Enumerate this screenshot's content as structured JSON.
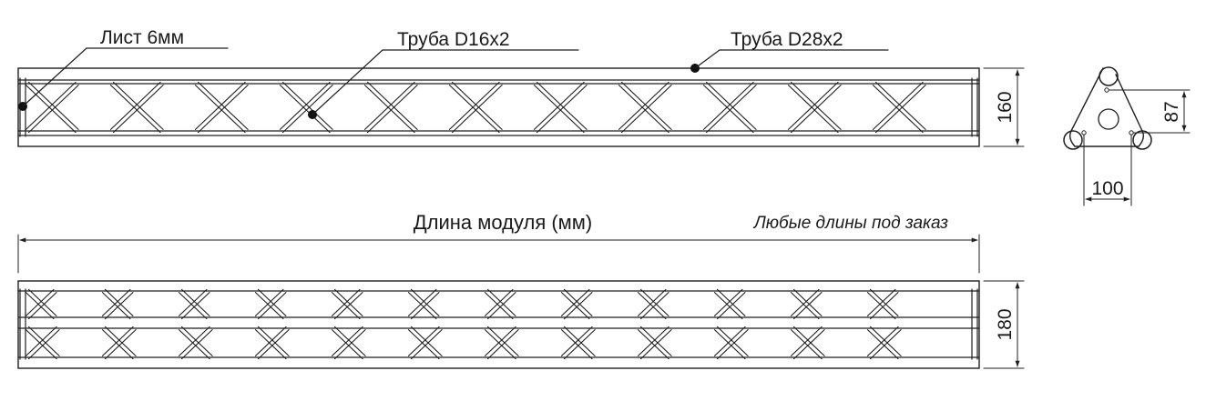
{
  "labels": {
    "sheet": "Лист 6мм",
    "tube_small": "Труба D16x2",
    "tube_large": "Труба D28x2",
    "module_length": "Длина модуля (мм)",
    "custom_lengths": "Любые длины под заказ"
  },
  "dimensions": {
    "top_height": "160",
    "bottom_height": "180",
    "cross_height": "87",
    "cross_width": "100"
  }
}
